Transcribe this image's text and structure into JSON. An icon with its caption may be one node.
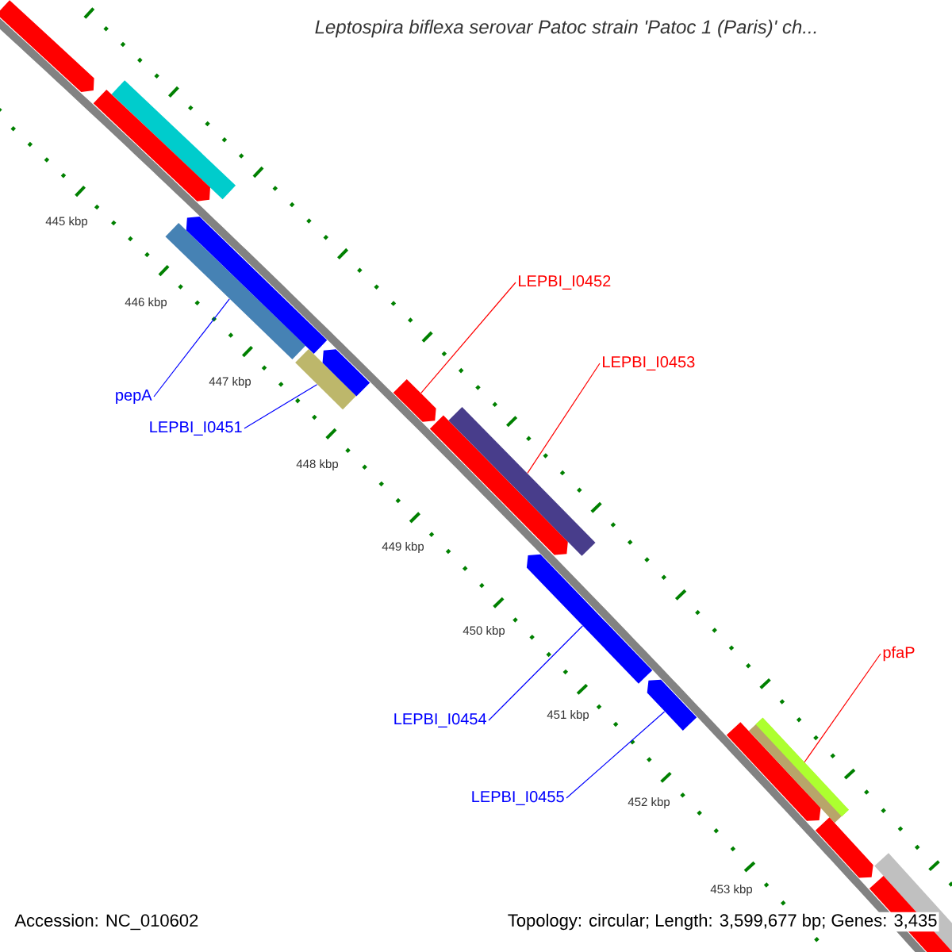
{
  "diagram": {
    "title": "*Leptospira biflexa* serovar Patoc strain 'Patoc 1 (Paris)' ch...",
    "nodes": [
      {
        "text": [
          "LEPBI_I0452"
        ]
      },
      {
        "text": [
          "LEPBI_I0453"
        ]
      },
      {
        "text": [
          "pepA"
        ]
      },
      {
        "text": [
          "LEPBI_I0451"
        ]
      },
      {
        "text": [
          "pfaP"
        ]
      },
      {
        "text": [
          "LEPBI_I0454"
        ]
      },
      {
        "text": [
          "LEPBI_I0455"
        ]
      },
      {
        "text": [],
        "shape": "bar"
      },
      {
        "text": [],
        "shape": "bar"
      },
      {
        "text": [],
        "shape": "bar"
      },
      {
        "text": [],
        "shape": "bar"
      },
      {
        "text": [],
        "shape": "bar"
      },
      {
        "text": [],
        "shape": "bar"
      },
      {
        "text": [],
        "shape": "bar"
      },
      {
        "text": [],
        "shape": "bar"
      },
      {
        "text": [],
        "shape": "bar"
      },
      {
        "text": [],
        "shape": "bar"
      },
      {
        "text": [],
        "shape": "bar"
      },
      {
        "text": [],
        "shape": "bar"
      },
      {
        "text": [],
        "shape": "bar"
      },
      {
        "text": [],
        "shape": "bar"
      },
      {
        "text": [],
        "shape": "bar"
      },
      {
        "text": [],
        "shape": "bar"
      },
      {
        "text": [],
        "shape": "bar"
      }
    ],
    "edges": [
      {
        "from": 0,
        "to": 14,
        "arrow": "none",
        "color": "#ff0000"
      },
      {
        "from": 1,
        "to": 16,
        "arrow": "none",
        "color": "#ff0000"
      },
      {
        "from": 2,
        "to": 10,
        "arrow": "none"
      },
      {
        "from": 3,
        "to": 12,
        "arrow": "none"
      },
      {
        "from": 4,
        "to": 20,
        "arrow": "none",
        "color": "#ff0000"
      },
      {
        "from": 5,
        "to": 17,
        "arrow": "none"
      },
      {
        "from": 6,
        "to": 18,
        "arrow": "none"
      }
    ],
    "labels": [
      "445 kbp",
      "446 kbp",
      "447 kbp",
      "448 kbp",
      "449 kbp",
      "450 kbp",
      "451 kbp",
      "452 kbp",
      "453 kbp",
      "Accession: NC_010602",
      "Topology: circular; Length: 3,599,677 bp; Genes: 3,435"
    ]
  }
}
